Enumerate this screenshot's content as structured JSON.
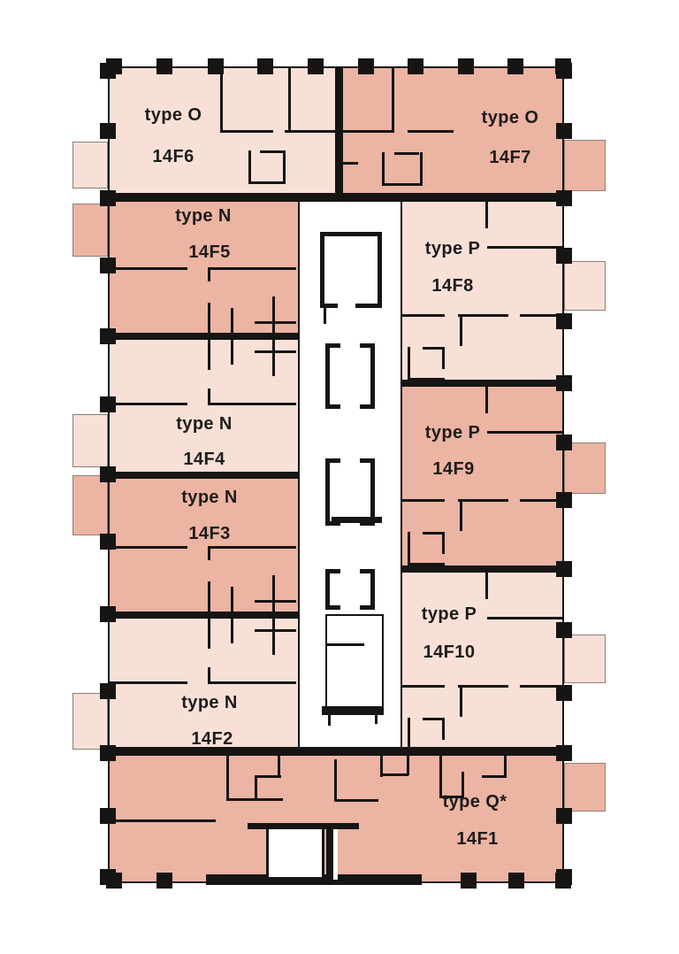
{
  "floor_plan": {
    "floor_number": "14",
    "colors": {
      "unit_fill_light": "#f8e0d7",
      "unit_fill_dark": "#ecb4a2",
      "wall": "#161514",
      "label_text": "#1d1c1a",
      "background": "#ffffff",
      "balcony_border": "#8a7f76",
      "core_fill": "#ffffff"
    },
    "units": [
      {
        "id": "14F6",
        "type_label": "type O",
        "shade": "light"
      },
      {
        "id": "14F7",
        "type_label": "type O",
        "shade": "dark"
      },
      {
        "id": "14F5",
        "type_label": "type N",
        "shade": "dark"
      },
      {
        "id": "14F8",
        "type_label": "type P",
        "shade": "light"
      },
      {
        "id": "14F4",
        "type_label": "type N",
        "shade": "light"
      },
      {
        "id": "14F9",
        "type_label": "type P",
        "shade": "dark"
      },
      {
        "id": "14F3",
        "type_label": "type N",
        "shade": "dark"
      },
      {
        "id": "14F10",
        "type_label": "type P",
        "shade": "light"
      },
      {
        "id": "14F2",
        "type_label": "type N",
        "shade": "light"
      },
      {
        "id": "14F1",
        "type_label": "type Q*",
        "shade": "dark"
      }
    ]
  }
}
